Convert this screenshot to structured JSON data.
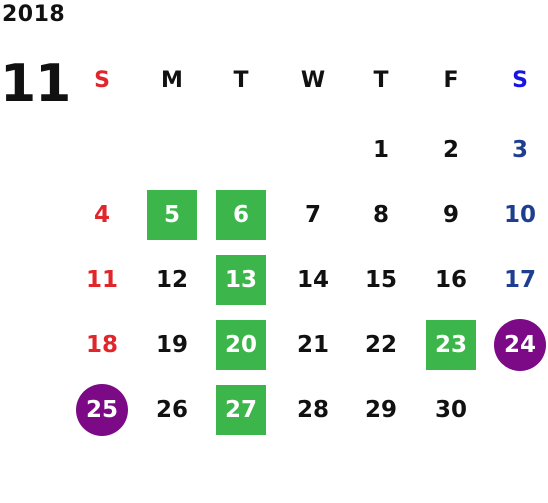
{
  "calendar": {
    "year": "2018",
    "month": "11",
    "weekday_headers": [
      "S",
      "M",
      "T",
      "W",
      "T",
      "F",
      "S"
    ],
    "weeks": [
      [
        "",
        "",
        "",
        "",
        "1",
        "2",
        "3"
      ],
      [
        "4",
        "5",
        "6",
        "7",
        "8",
        "9",
        "10"
      ],
      [
        "11",
        "12",
        "13",
        "14",
        "15",
        "16",
        "17"
      ],
      [
        "18",
        "19",
        "20",
        "21",
        "22",
        "23",
        "24"
      ],
      [
        "25",
        "26",
        "27",
        "28",
        "29",
        "30",
        ""
      ]
    ],
    "green_highlighted_days": [
      "5",
      "6",
      "13",
      "20",
      "23",
      "27"
    ],
    "purple_circled_days": [
      "24",
      "25"
    ]
  },
  "colors": {
    "sunday_text": "#e0262a",
    "saturday_text": "#1e3f8f",
    "saturday_header": "#1515e6",
    "green_highlight": "#3cb54a",
    "purple_highlight": "#7c0a86"
  }
}
